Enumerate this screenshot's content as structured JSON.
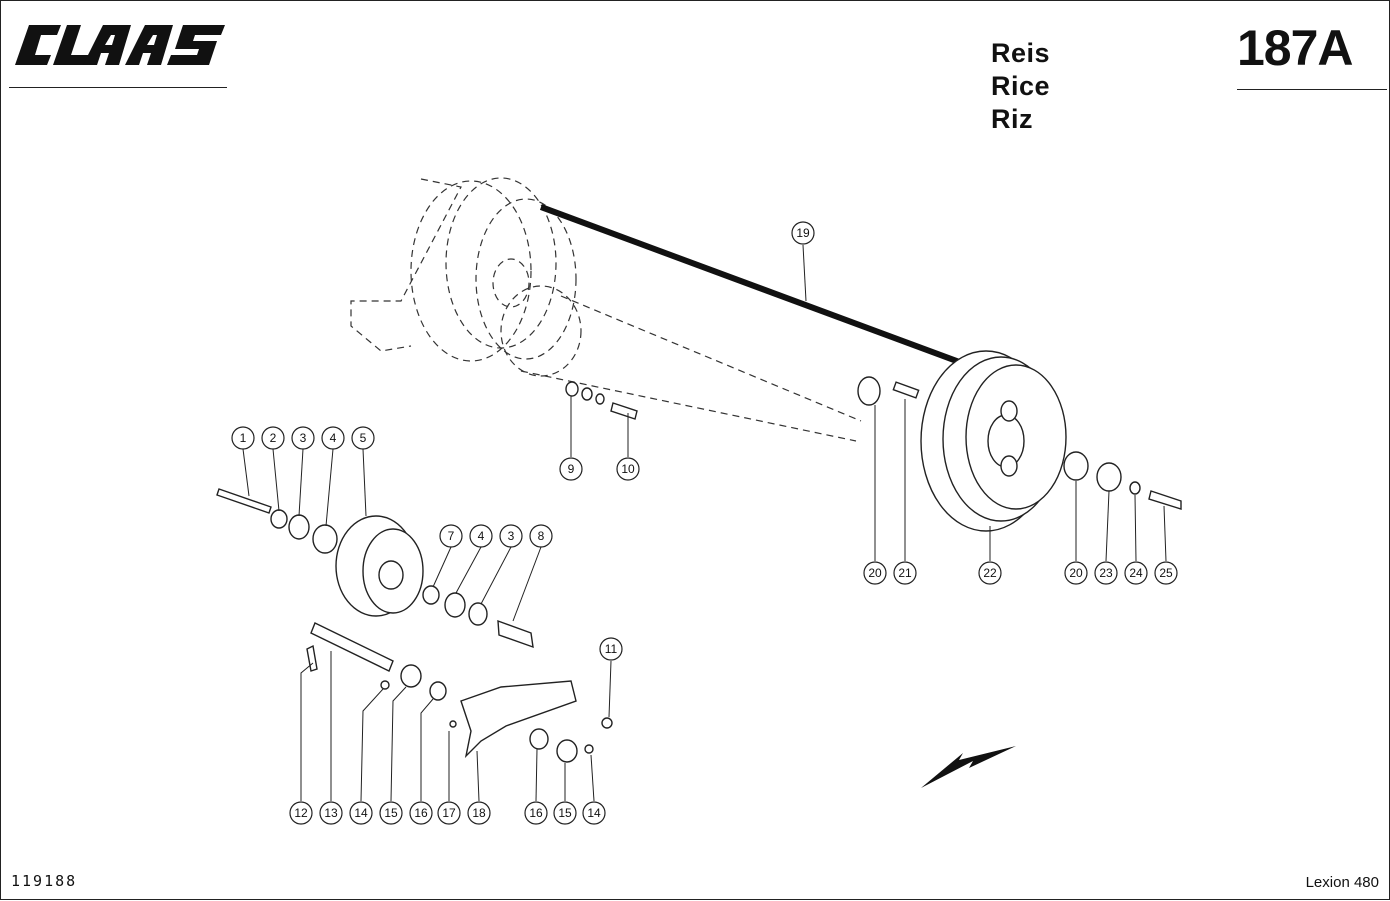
{
  "header": {
    "brand": "CLAAS",
    "titles": [
      "Reis",
      "Rice",
      "Riz"
    ],
    "plate_number": "187A"
  },
  "footer": {
    "drawing_number": "119188",
    "model": "Lexion 480"
  },
  "callouts": [
    "1",
    "2",
    "3",
    "4",
    "5",
    "7",
    "4",
    "3",
    "8",
    "9",
    "10",
    "11",
    "12",
    "13",
    "14",
    "15",
    "16",
    "17",
    "18",
    "16",
    "15",
    "14",
    "19",
    "20",
    "21",
    "22",
    "20",
    "23",
    "24",
    "25"
  ]
}
